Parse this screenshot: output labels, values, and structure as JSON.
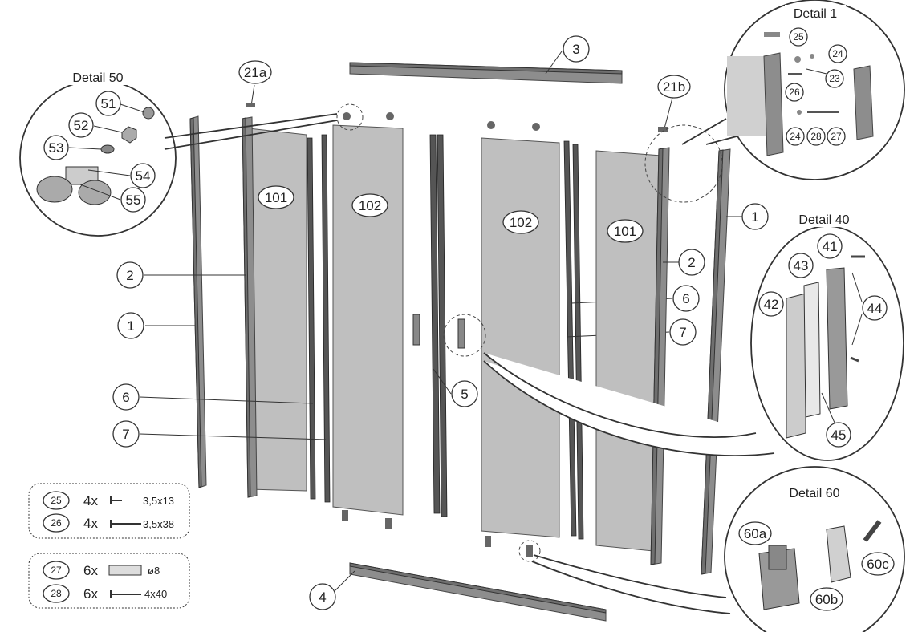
{
  "labels": {
    "d50_title": "Detail 50",
    "d1_title": "Detail 1",
    "d40_title": "Detail 40",
    "d60_title": "Detail 60",
    "p3": "3",
    "p21a": "21a",
    "p21b": "21b",
    "p101_left": "101",
    "p102_left": "102",
    "p102_right": "102",
    "p101_right": "101",
    "p1_left": "1",
    "p2_left": "2",
    "p6_left": "6",
    "p7_left": "7",
    "p5": "5",
    "p4": "4",
    "p1_right": "1",
    "p2_right": "2",
    "p6_right": "6",
    "p7_right": "7",
    "d50_51": "51",
    "d50_52": "52",
    "d50_53": "53",
    "d50_54": "54",
    "d50_55": "55",
    "d1_25": "25",
    "d1_24a": "24",
    "d1_23": "23",
    "d1_26": "26",
    "d1_24b": "24",
    "d1_28": "28",
    "d1_27": "27",
    "d40_41": "41",
    "d40_43": "43",
    "d40_42": "42",
    "d40_44": "44",
    "d40_45": "45",
    "d60_60a": "60a",
    "d60_60b": "60b",
    "d60_60c": "60c"
  },
  "parts_table_1": [
    {
      "part": "25",
      "qty": "4x",
      "size": "3,5x13"
    },
    {
      "part": "26",
      "qty": "4x",
      "size": "3,5x38"
    }
  ],
  "parts_table_2": [
    {
      "part": "27",
      "qty": "6x",
      "size": "ø8"
    },
    {
      "part": "28",
      "qty": "6x",
      "size": "4x40"
    }
  ]
}
